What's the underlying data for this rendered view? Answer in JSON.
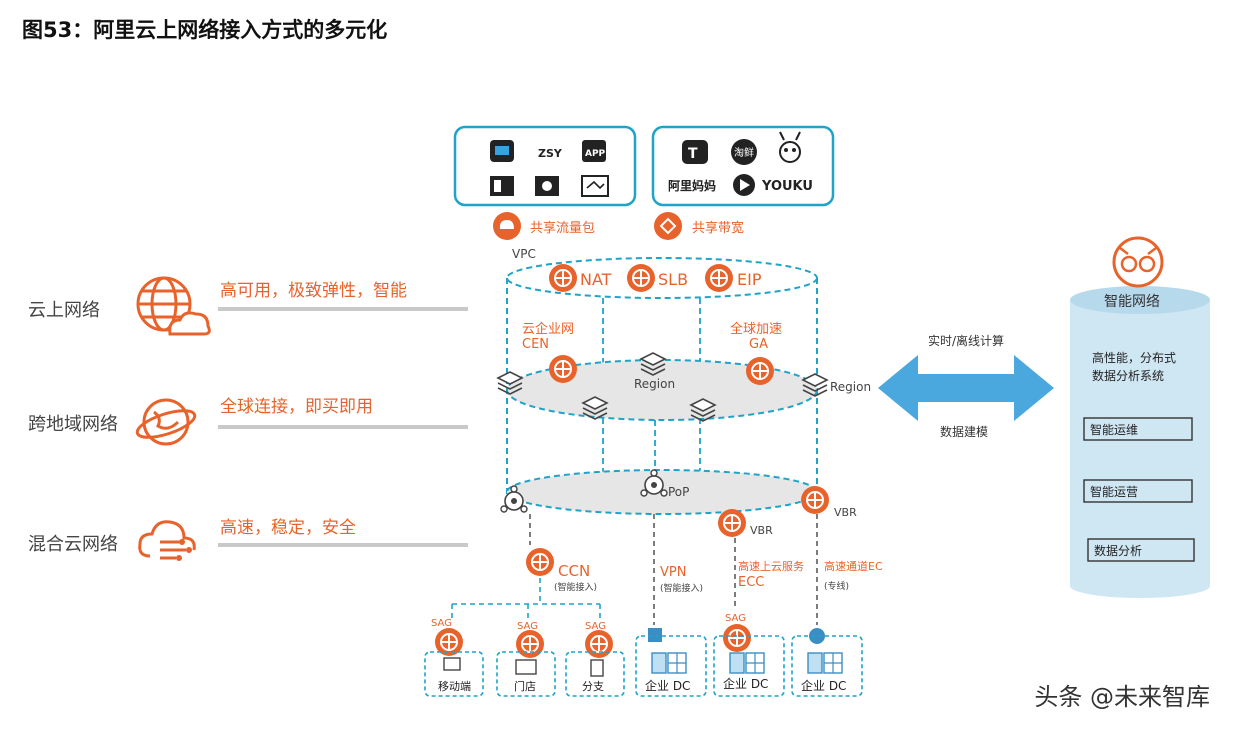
{
  "title": "图53：阿里云上网络接入方式的多元化",
  "rows": [
    {
      "label": "云上网络",
      "desc": "高可用，极致弹性，智能"
    },
    {
      "label": "跨地域网络",
      "desc": "全球连接，即买即用"
    },
    {
      "label": "混合云网络",
      "desc": "高速，稳定，安全"
    }
  ],
  "top_boxes": {
    "right_brand": "阿里妈妈",
    "right_brand2": "YOUKU"
  },
  "shared": {
    "traffic_pack": "共享流量包",
    "bandwidth": "共享带宽"
  },
  "cloud": {
    "vpc": "VPC",
    "nat": "NAT",
    "slb": "SLB",
    "eip": "EIP",
    "cen": "云企业网",
    "cen_abbr": "CEN",
    "ga": "全球加速",
    "ga_abbr": "GA",
    "region1": "Region",
    "region2": "Region",
    "pop": "PoP",
    "vbr1": "VBR",
    "vbr2": "VBR"
  },
  "access": {
    "ccn": "CCN",
    "ccn_sub": "(智能接入)",
    "vpn": "VPN",
    "vpn_sub": "(智能接入)",
    "ecc": "高速上云服务",
    "ecc_abbr": "ECC",
    "ec": "高速通道EC",
    "ec_sub": "(专线)",
    "sag": "SAG"
  },
  "endpoints": {
    "mobile": "移动端",
    "store": "门店",
    "branch": "分支",
    "dc1": "企业 DC",
    "dc2": "企业 DC",
    "dc3": "企业 DC"
  },
  "arrow": {
    "top": "实时/离线计算",
    "bottom": "数据建模"
  },
  "brain": {
    "title": "智能网络",
    "desc1": "高性能，分布式",
    "desc2": "数据分析系统",
    "btn1": "智能运维",
    "btn2": "智能运营",
    "btn3": "数据分析"
  },
  "watermark": "头条 @未来智库",
  "colors": {
    "orange": "#e8632b",
    "teal": "#1fa3c9",
    "arrow": "#4aa8df",
    "cylinder": "#cfe6f3"
  }
}
